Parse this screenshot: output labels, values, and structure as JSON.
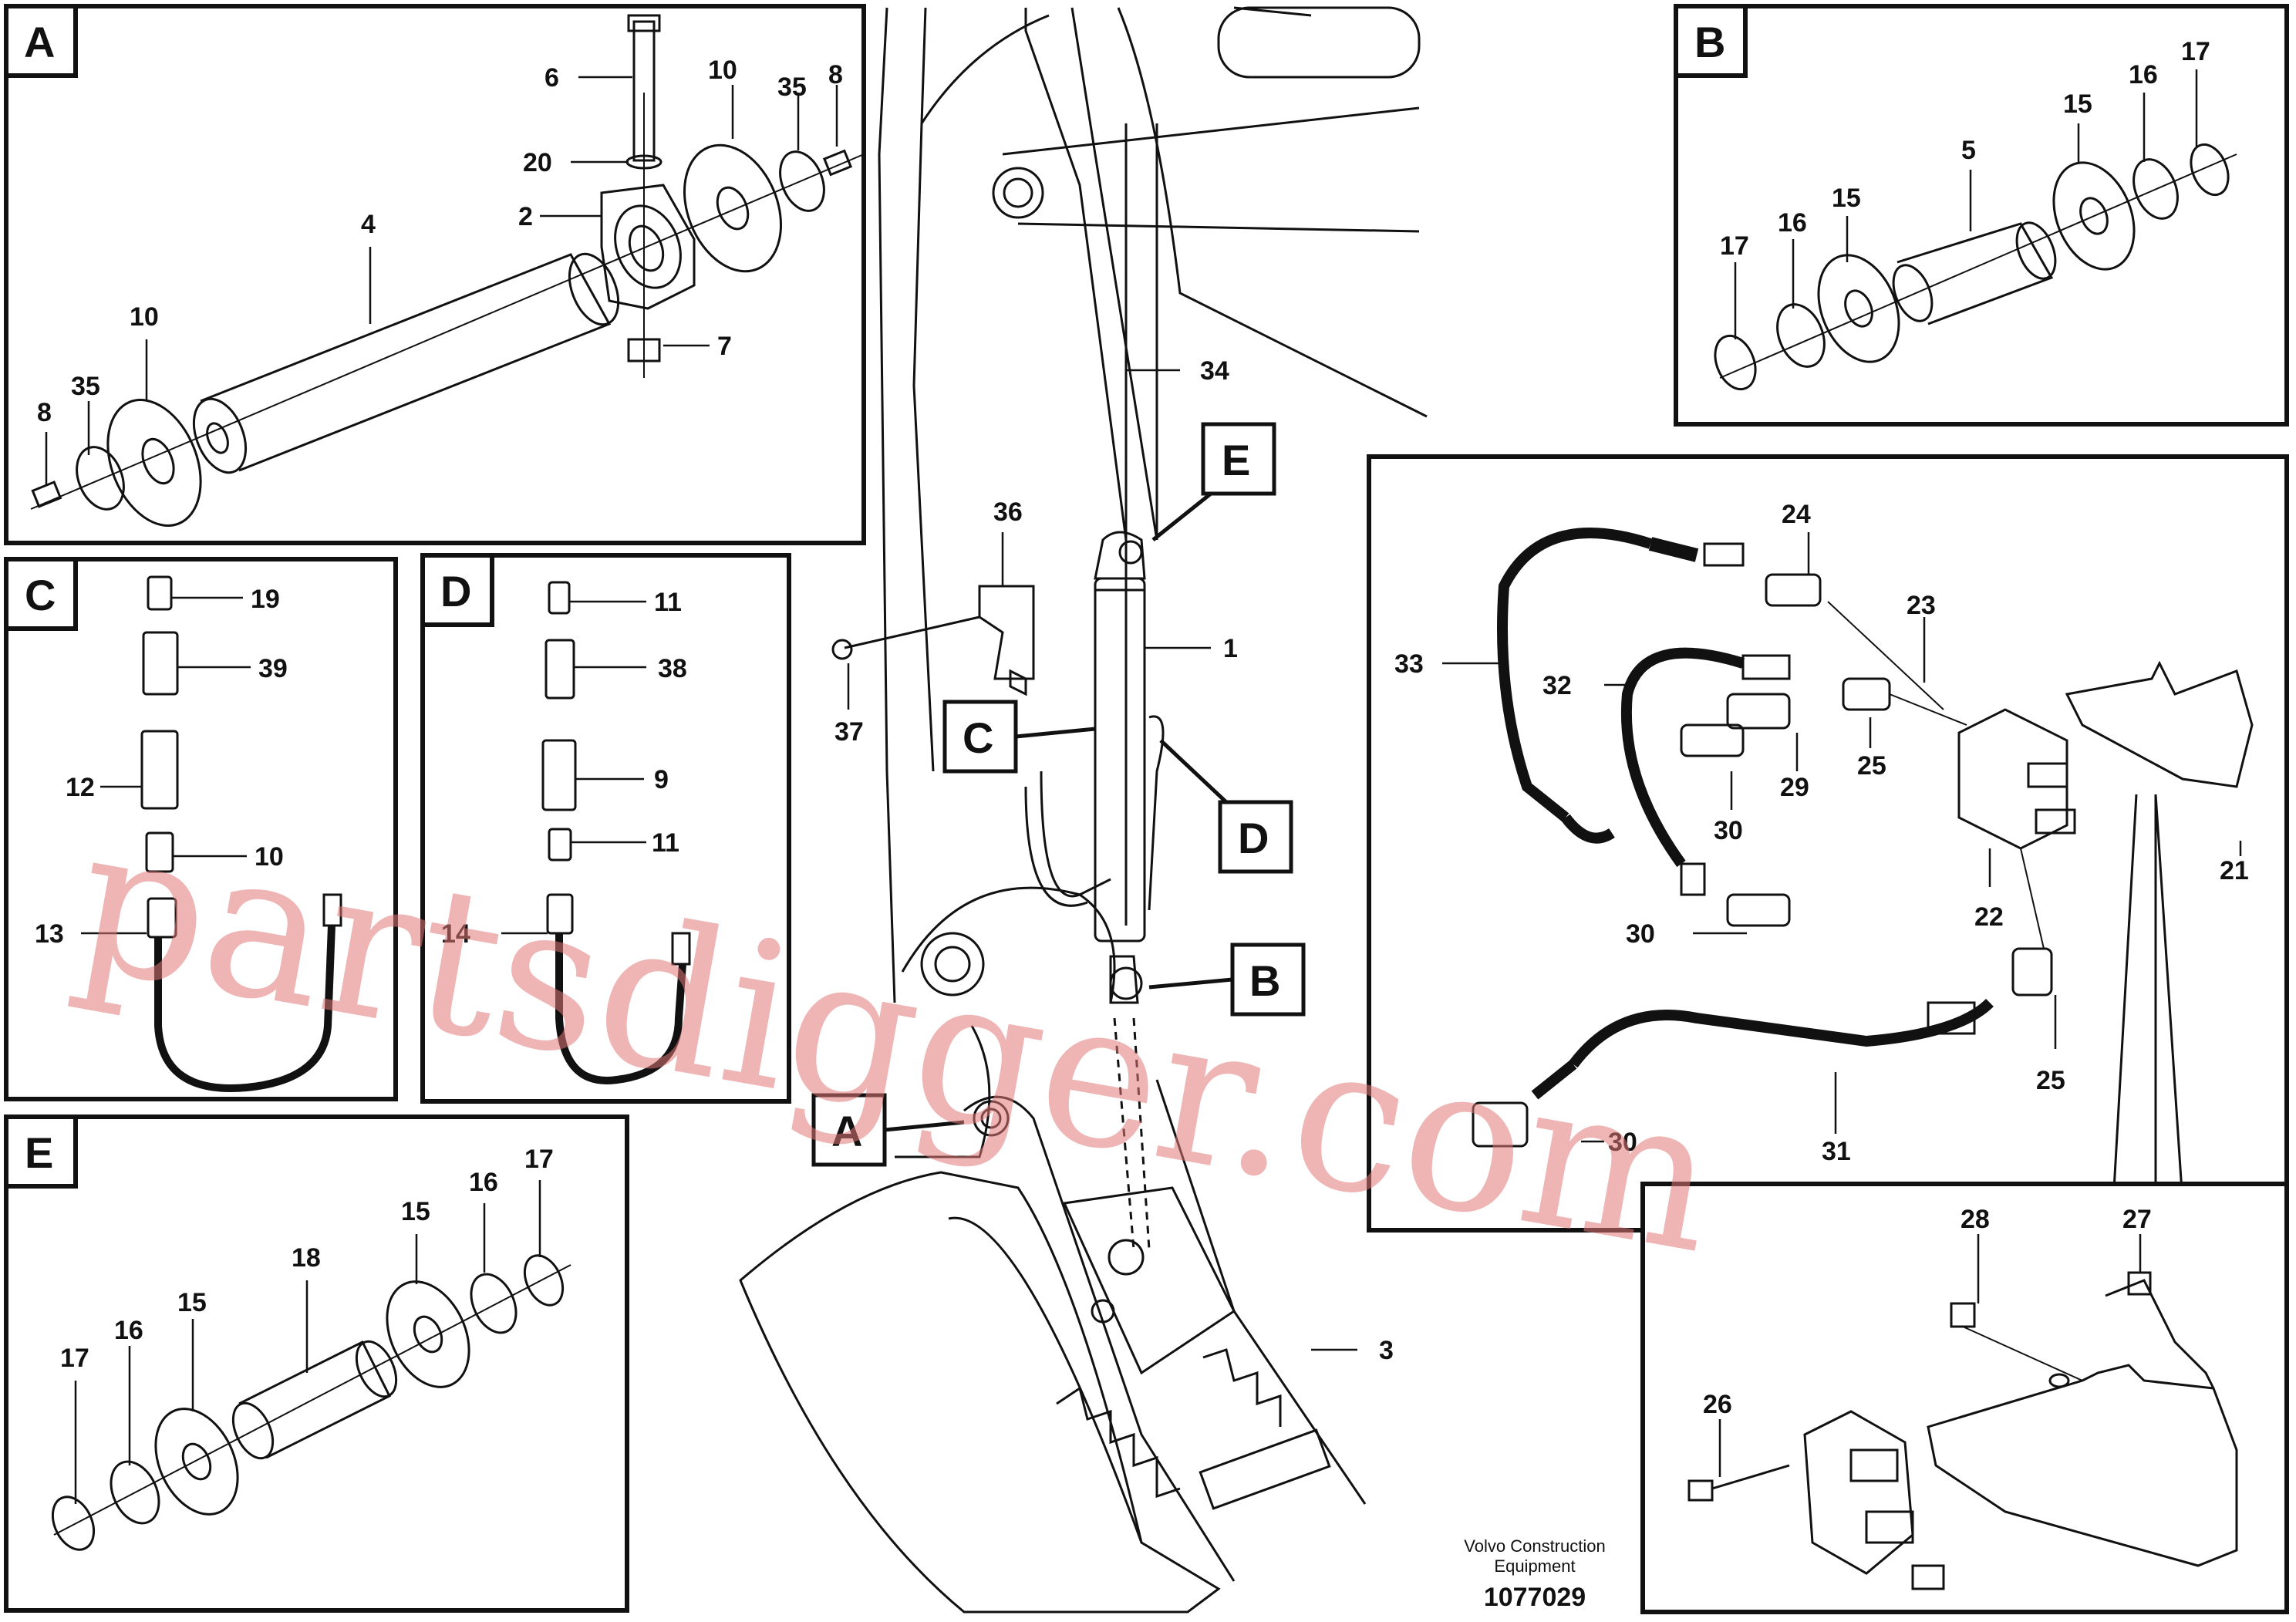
{
  "watermark": "partsdigger.com",
  "footer": {
    "brand_line1": "Volvo Construction",
    "brand_line2": "Equipment",
    "drawing_number": "1077029"
  },
  "panels": {
    "A": {
      "label": "A",
      "callouts": {
        "c6": "6",
        "c10a": "10",
        "c35a": "35",
        "c8a": "8",
        "c20": "20",
        "c2": "2",
        "c4": "4",
        "c7": "7",
        "c10b": "10",
        "c8b": "8",
        "c35b": "35"
      }
    },
    "B": {
      "label": "B",
      "callouts": {
        "c17a": "17",
        "c16a": "16",
        "c15a": "15",
        "c5": "5",
        "c15b": "15",
        "c16b": "16",
        "c17b": "17"
      }
    },
    "C": {
      "label": "C",
      "callouts": {
        "c19": "19",
        "c39": "39",
        "c12": "12",
        "c10": "10",
        "c13": "13"
      }
    },
    "D": {
      "label": "D",
      "callouts": {
        "c11a": "11",
        "c38": "38",
        "c9": "9",
        "c11b": "11",
        "c14": "14"
      }
    },
    "E": {
      "label": "E",
      "callouts": {
        "c17a": "17",
        "c16a": "16",
        "c15a": "15",
        "c18": "18",
        "c15b": "15",
        "c16b": "16",
        "c17b": "17"
      }
    },
    "valve": {
      "callouts": {
        "c24": "24",
        "c23": "23",
        "c33": "33",
        "c32": "32",
        "c25a": "25",
        "c29": "29",
        "c30a": "30",
        "c21": "21",
        "c22": "22",
        "c30b": "30",
        "c25b": "25",
        "c30c": "30",
        "c31": "31"
      }
    },
    "bracket": {
      "callouts": {
        "c28": "28",
        "c27": "27",
        "c26": "26"
      }
    }
  },
  "main_view": {
    "callouts": {
      "c34": "34",
      "c36": "36",
      "c37": "37",
      "c1": "1",
      "c3": "3"
    },
    "flags": {
      "E": "E",
      "C": "C",
      "D": "D",
      "B": "B",
      "A": "A"
    }
  }
}
